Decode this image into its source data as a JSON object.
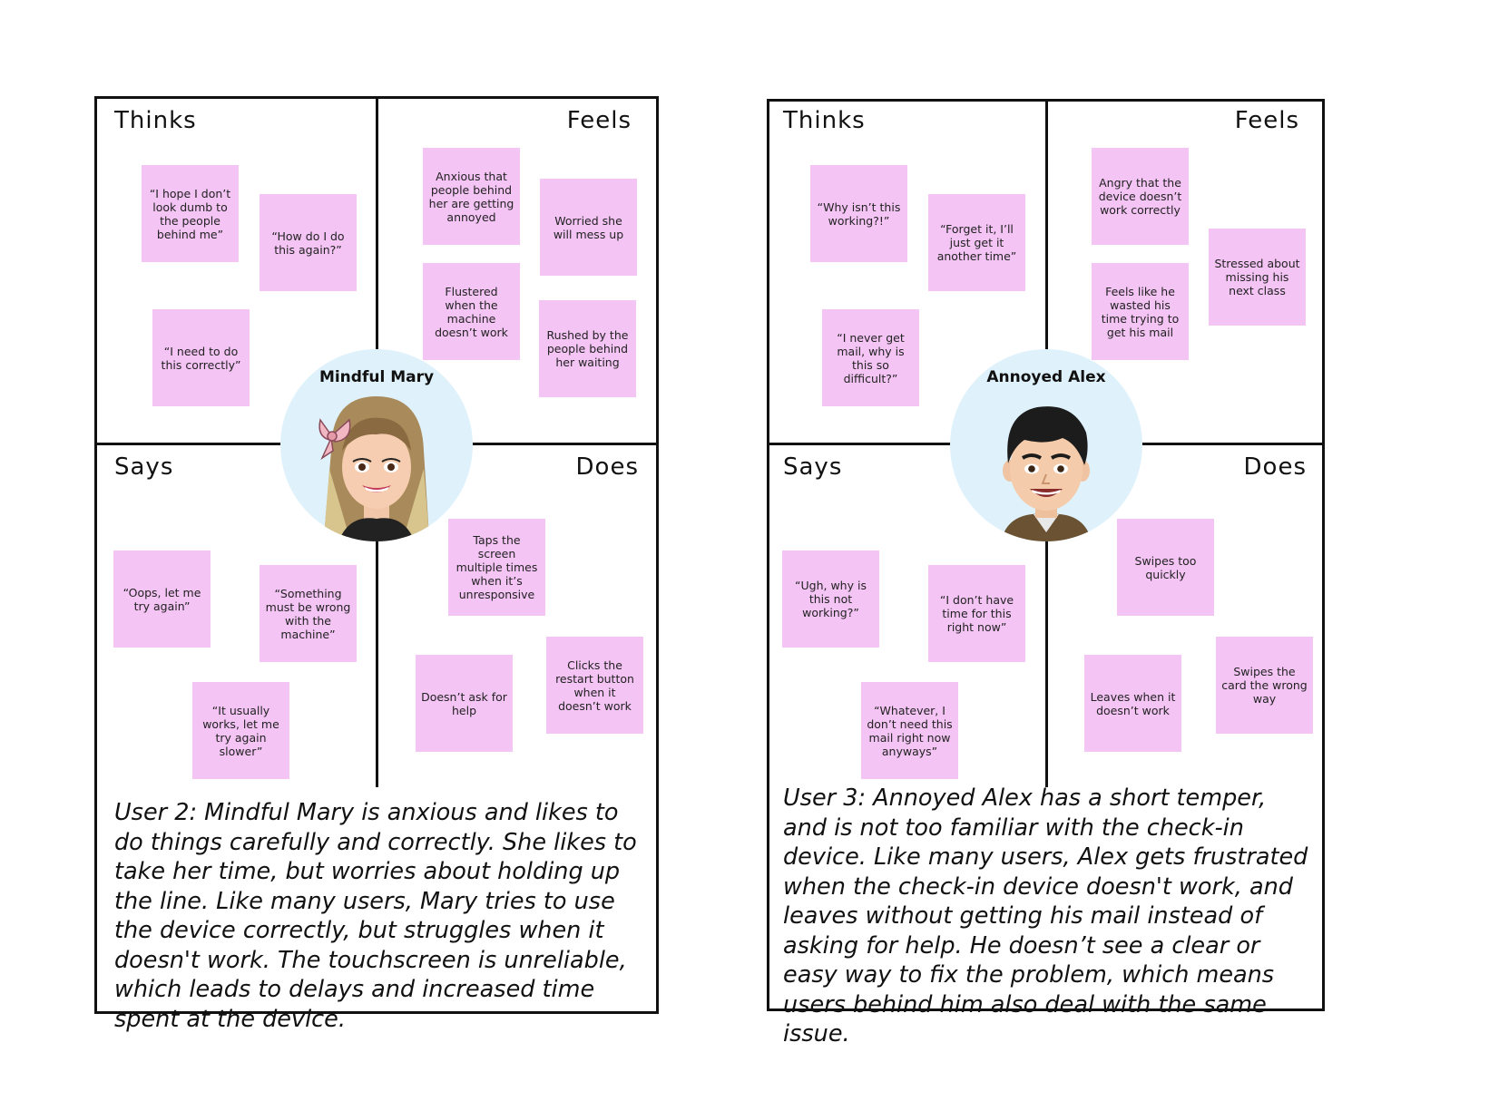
{
  "boards": [
    {
      "persona_name": "Mindful Mary",
      "avatar_icon": "female-avatar-with-bow",
      "labels": {
        "thinks": "Thinks",
        "feels": "Feels",
        "says": "Says",
        "does": "Does"
      },
      "thinks": [
        "“I hope I don’t look dumb to the people behind me”",
        "“How do I do this again?”",
        "“I need to do this correctly”"
      ],
      "feels": [
        "Anxious that people behind her are getting annoyed",
        "Worried she will mess up",
        "Flustered when the machine doesn’t work",
        "Rushed by the people behind her waiting"
      ],
      "says": [
        "“Oops, let me try again”",
        "“Something must be wrong with the machine”",
        "“It usually works, let me try again slower”"
      ],
      "does": [
        "Taps the screen multiple times when it’s unresponsive",
        "Doesn’t ask for help",
        "Clicks the restart button when it doesn’t work"
      ],
      "description": "User 2: Mindful Mary is anxious and likes to do things carefully and correctly. She likes to take her time, but worries about holding up the line. Like many users, Mary tries to use the device correctly, but struggles when it doesn't work. The touchscreen is unreliable, which leads to delays and increased time spent at the device."
    },
    {
      "persona_name": "Annoyed Alex",
      "avatar_icon": "male-avatar-dark-hair",
      "labels": {
        "thinks": "Thinks",
        "feels": "Feels",
        "says": "Says",
        "does": "Does"
      },
      "thinks": [
        "“Why isn’t this working?!”",
        "“Forget it, I’ll just get it another time”",
        "“I never get mail, why is this so difficult?”"
      ],
      "feels": [
        "Angry that the device doesn’t work correctly",
        "Stressed about missing his next class",
        "Feels like he wasted his time trying to get his mail"
      ],
      "says": [
        "“Ugh, why is this not working?”",
        "“I don’t have time for this right now”",
        "“Whatever, I don’t need this mail right now anyways”"
      ],
      "does": [
        "Swipes too quickly",
        "Leaves when it doesn’t work",
        "Swipes the card the wrong way"
      ],
      "description": "User 3: Annoyed Alex has a short temper, and is not too familiar with the check-in device. Like many users, Alex gets frustrated when the check-in device doesn't work, and leaves without getting his mail instead of asking for help. He doesn’t see a clear or easy way to fix the problem, which means users behind him also deal with the same issue."
    }
  ],
  "colors": {
    "sticky_note": "#f4c4f4",
    "avatar_bg": "#dff2fb",
    "border": "#111111"
  }
}
